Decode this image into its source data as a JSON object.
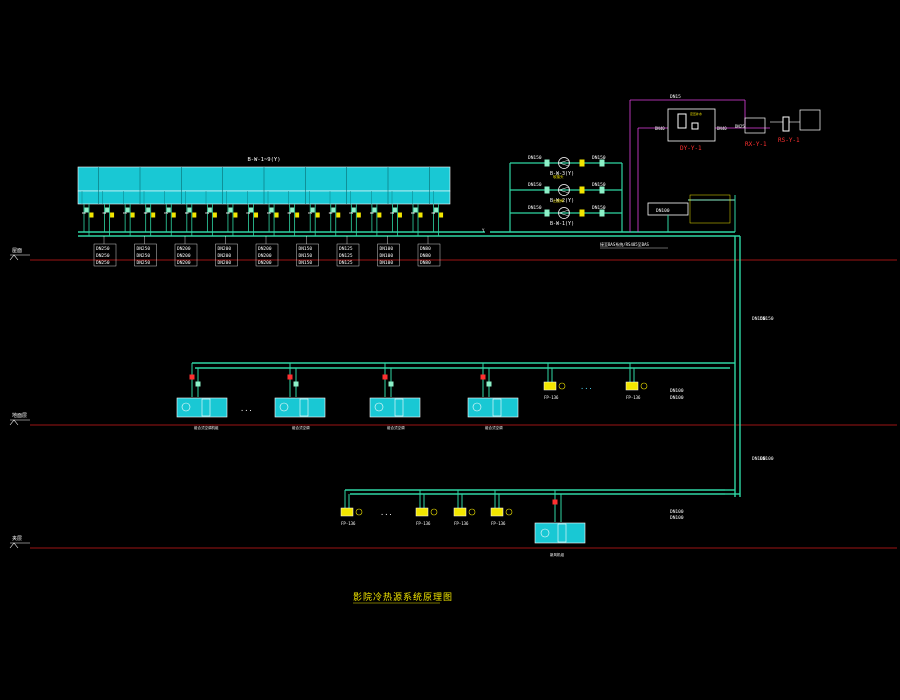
{
  "title": "影院冷热源系统原理图",
  "colors": {
    "background": "#000000",
    "pipe": "#2fd6a4",
    "pipe_light": "#8cf0c8",
    "chiller": "#19c8d4",
    "floor_line": "#d01c1c",
    "magenta": "#e040e0",
    "white": "#ffffff",
    "yellow": "#f2e600",
    "red_label": "#ff3030",
    "cyan_text": "#54e0ff"
  },
  "floors": [
    {
      "label": "屋面"
    },
    {
      "label": "地面层"
    },
    {
      "label": "夹层"
    }
  ],
  "chiller_group": {
    "label": "B-W-1~9(Y)",
    "branch_labels": [
      "DN250",
      "DN250",
      "DN200",
      "DN200",
      "DN200",
      "DN150",
      "DN125",
      "DN100",
      "DN80"
    ]
  },
  "pumps": [
    {
      "label": "B-W-3(Y)",
      "in": "DN150",
      "out": "DN150"
    },
    {
      "label": "B-W-2(Y)",
      "in": "DN150",
      "out": "DN150"
    },
    {
      "label": "B-W-1(Y)",
      "in": "DN150",
      "out": "DN150"
    }
  ],
  "expansion": {
    "dy_label": "DY-Y-1",
    "rx_label": "RX-Y-1",
    "rs_label": "RS-Y-1",
    "top_pipe": "DN15",
    "left_pipe": "DN40",
    "right_pipe": "DN40",
    "side_pipe": "DN25"
  },
  "header_tank": {
    "label": "DN100"
  },
  "bas_note": "接至BAS系统/RS485至BAS",
  "riser_labels": {
    "upper": "DN150",
    "middle": "DN100",
    "lower_pair": "DN100",
    "side_top": "DN100",
    "side_bot": "DN100"
  },
  "middle_units": [
    {
      "label": "组合式空调机组"
    },
    {
      "label": "组合式空调"
    },
    {
      "label": "组合式空调"
    },
    {
      "label": "组合式空调"
    }
  ],
  "middle_fcus": [
    {
      "label": "FP-136"
    },
    {
      "label": "FP-136"
    }
  ],
  "lower_fcus": [
    {
      "label": "FP-136"
    },
    {
      "label": "FP-136"
    },
    {
      "label": "FP-136"
    },
    {
      "label": "FP-136"
    }
  ],
  "lower_unit": {
    "label": "新风机组"
  },
  "ellipsis": "..."
}
